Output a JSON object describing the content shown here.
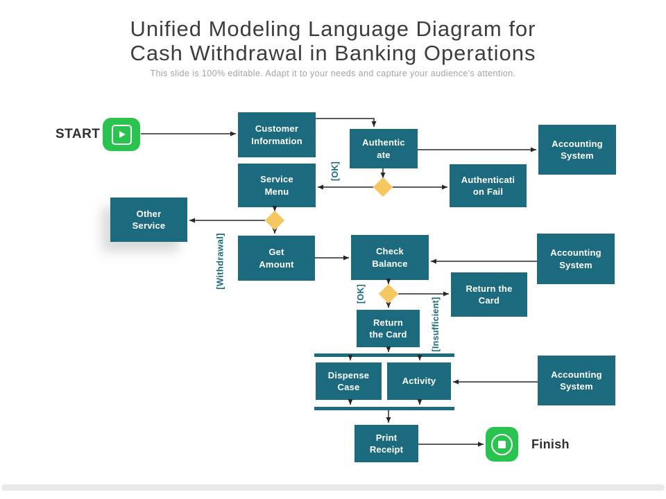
{
  "header": {
    "title_line1": "Unified Modeling Language Diagram for",
    "title_line2": "Cash Withdrawal in Banking Operations",
    "subtitle": "This slide is 100% editable. Adapt it to your needs and capture your audience's attention."
  },
  "terminators": {
    "start_label": "START",
    "finish_label": "Finish",
    "start_icon": "play-icon",
    "finish_icon": "stop-icon"
  },
  "nodes": {
    "customer_information": "Customer\nInformation",
    "service_menu": "Service\nMenu",
    "authenticate": "Authentic\nate",
    "accounting_system_1": "Accounting\nSystem",
    "authentication_fail": "Authenticati\non Fail",
    "other_service": "Other\nService",
    "get_amount": "Get\nAmount",
    "check_balance": "Check\nBalance",
    "accounting_system_2": "Accounting\nSystem",
    "return_the_card_right": "Return the\nCard",
    "return_the_card_lower": "Return\nthe Card",
    "dispense_case": "Dispense\nCase",
    "activity": "Activity",
    "accounting_system_3": "Accounting\nSystem",
    "print_receipt": "Print\nReceipt"
  },
  "edge_labels": {
    "ok_1": "[OK]",
    "withdrawal": "[Withdrawal]",
    "ok_2": "[OK]",
    "insufficient": "[Insufficient]"
  },
  "colors": {
    "box": "#1C6A7E",
    "diamond": "#F5C85F",
    "green": "#2BC34F",
    "arrow": "#262626"
  }
}
